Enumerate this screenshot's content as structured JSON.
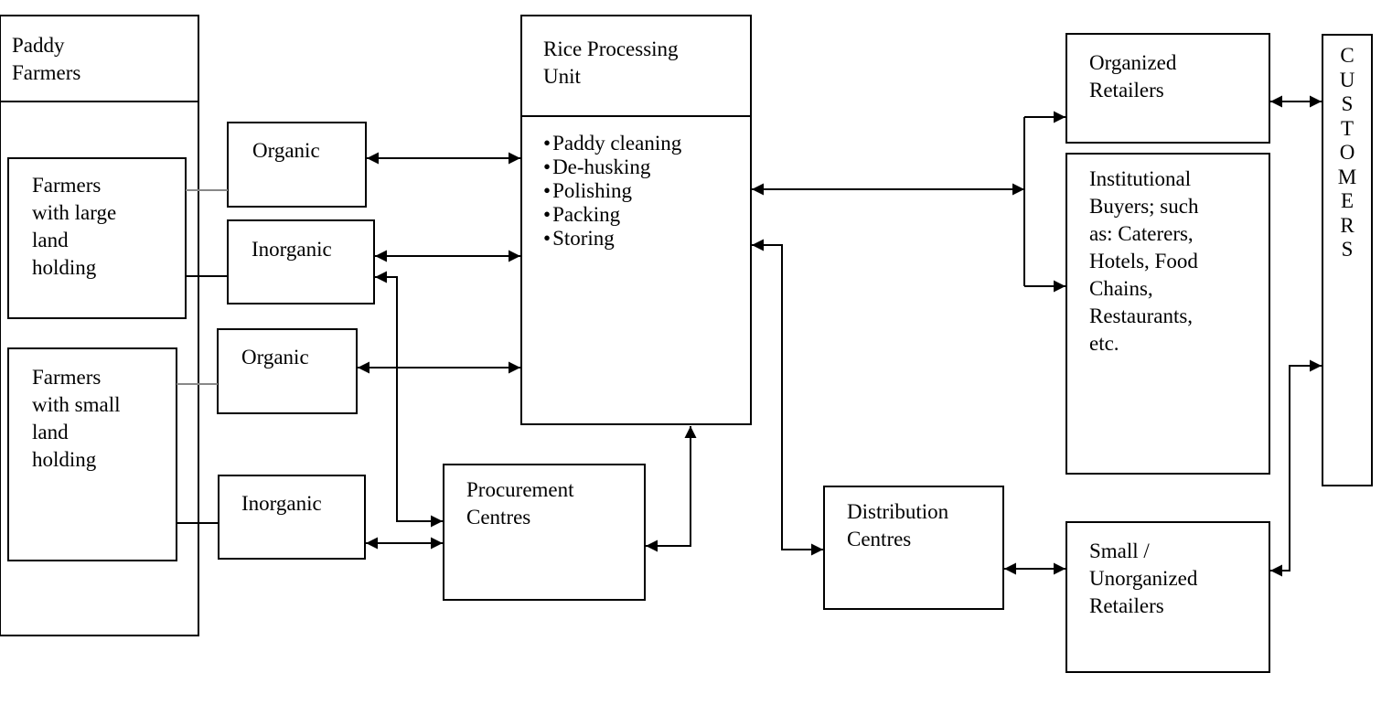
{
  "nodes": {
    "paddy_farmers": "Paddy\nFarmers",
    "large_farmers": "Farmers\nwith large\nland\nholding",
    "small_farmers": "Farmers\nwith small\nland\nholding",
    "organic_1": "Organic",
    "inorganic_1": "Inorganic",
    "organic_2": "Organic",
    "inorganic_2": "Inorganic",
    "rice_unit": "Rice Processing\nUnit",
    "procurement": "Procurement\nCentres",
    "distribution": "Distribution\nCentres",
    "organized_retailers": "Organized\nRetailers",
    "institutional_buyers": "Institutional\nBuyers; such\nas: Caterers,\nHotels, Food\nChains,\nRestaurants,\netc.",
    "small_retailers": "Small /\nUnorganized\nRetailers",
    "customers": [
      "C",
      "U",
      "S",
      "T",
      "O",
      "M",
      "E",
      "R",
      "S"
    ]
  },
  "processing_steps": [
    "Paddy cleaning",
    "De-husking",
    "Polishing",
    "Packing",
    "Storing"
  ],
  "colors": {
    "line": "#000000",
    "background": "#ffffff"
  }
}
